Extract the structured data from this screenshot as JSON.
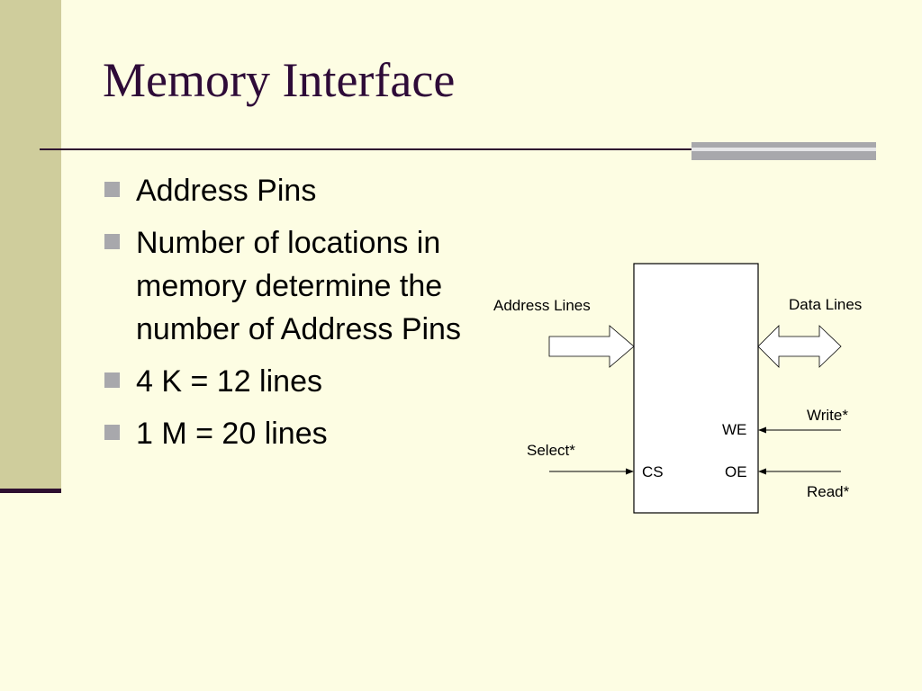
{
  "slide": {
    "title": "Memory Interface",
    "bullets": [
      "Address Pins",
      "Number of locations in memory determine the number of Address Pins",
      "4 K = 12 lines",
      "1 M = 20 lines"
    ]
  },
  "diagram": {
    "address_lines_label": "Address Lines",
    "data_lines_label": "Data Lines",
    "write_label": "Write*",
    "read_label": "Read*",
    "select_label": "Select*",
    "we_pin": "WE",
    "oe_pin": "OE",
    "cs_pin": "CS"
  }
}
